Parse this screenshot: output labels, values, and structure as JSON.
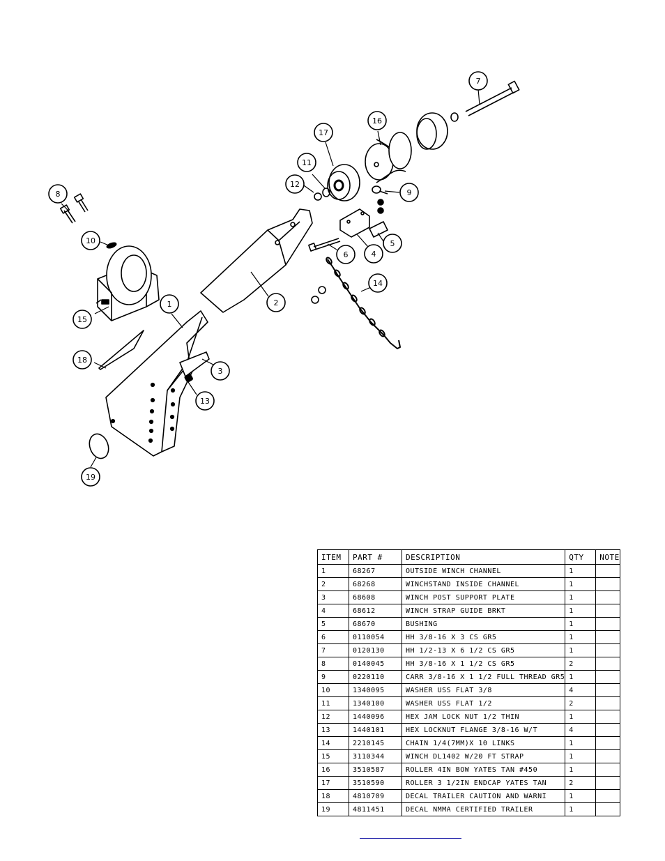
{
  "table": {
    "headers": {
      "item": "ITEM",
      "part": "PART #",
      "description": "DESCRIPTION",
      "qty": "QTY",
      "note": "NOTE"
    },
    "rows": [
      {
        "item": "1",
        "part": "68267",
        "description": "OUTSIDE WINCH CHANNEL",
        "qty": "1",
        "note": ""
      },
      {
        "item": "2",
        "part": "68268",
        "description": "WINCHSTAND   INSIDE CHANNEL",
        "qty": "1",
        "note": ""
      },
      {
        "item": "3",
        "part": "68608",
        "description": "WINCH POST SUPPORT PLATE",
        "qty": "1",
        "note": ""
      },
      {
        "item": "4",
        "part": "68612",
        "description": "WINCH STRAP GUIDE BRKT",
        "qty": "1",
        "note": ""
      },
      {
        "item": "5",
        "part": "68670",
        "description": "BUSHING",
        "qty": "1",
        "note": ""
      },
      {
        "item": "6",
        "part": "0110054",
        "description": "HH 3/8-16 X 3 CS GR5",
        "qty": "1",
        "note": ""
      },
      {
        "item": "7",
        "part": "0120130",
        "description": "HH 1/2-13 X 6 1/2 CS GR5",
        "qty": "1",
        "note": ""
      },
      {
        "item": "8",
        "part": "0140045",
        "description": "HH 3/8-16 X 1 1/2 CS GR5",
        "qty": "2",
        "note": ""
      },
      {
        "item": "9",
        "part": "0220110",
        "description": "CARR 3/8-16 X 1 1/2 FULL THREAD GR5",
        "qty": "1",
        "note": ""
      },
      {
        "item": "10",
        "part": "1340095",
        "description": "WASHER USS FLAT 3/8",
        "qty": "4",
        "note": ""
      },
      {
        "item": "11",
        "part": "1340100",
        "description": "WASHER USS FLAT 1/2",
        "qty": "2",
        "note": ""
      },
      {
        "item": "12",
        "part": "1440096",
        "description": "HEX JAM LOCK NUT 1/2 THIN",
        "qty": "1",
        "note": ""
      },
      {
        "item": "13",
        "part": "1440101",
        "description": "HEX LOCKNUT FLANGE 3/8-16 W/T",
        "qty": "4",
        "note": ""
      },
      {
        "item": "14",
        "part": "2210145",
        "description": "CHAIN 1/4(7MM)X 10 LINKS",
        "qty": "1",
        "note": ""
      },
      {
        "item": "15",
        "part": "3110344",
        "description": "WINCH DL1402 W/20 FT STRAP",
        "qty": "1",
        "note": ""
      },
      {
        "item": "16",
        "part": "3510587",
        "description": "ROLLER 4IN BOW YATES TAN #450",
        "qty": "1",
        "note": ""
      },
      {
        "item": "17",
        "part": "3510590",
        "description": "ROLLER 3 1/2IN ENDCAP YATES TAN",
        "qty": "2",
        "note": ""
      },
      {
        "item": "18",
        "part": "4810709",
        "description": "DECAL TRAILER CAUTION AND WARNI",
        "qty": "1",
        "note": ""
      },
      {
        "item": "19",
        "part": "4811451",
        "description": "DECAL NMMA CERTIFIED TRAILER",
        "qty": "1",
        "note": ""
      }
    ]
  },
  "callouts": [
    {
      "label": "1"
    },
    {
      "label": "2"
    },
    {
      "label": "3"
    },
    {
      "label": "4"
    },
    {
      "label": "5"
    },
    {
      "label": "6"
    },
    {
      "label": "7"
    },
    {
      "label": "8"
    },
    {
      "label": "9"
    },
    {
      "label": "10"
    },
    {
      "label": "11"
    },
    {
      "label": "12"
    },
    {
      "label": "13"
    },
    {
      "label": "14"
    },
    {
      "label": "15"
    },
    {
      "label": "16"
    },
    {
      "label": "17"
    },
    {
      "label": "18"
    },
    {
      "label": "19"
    }
  ]
}
